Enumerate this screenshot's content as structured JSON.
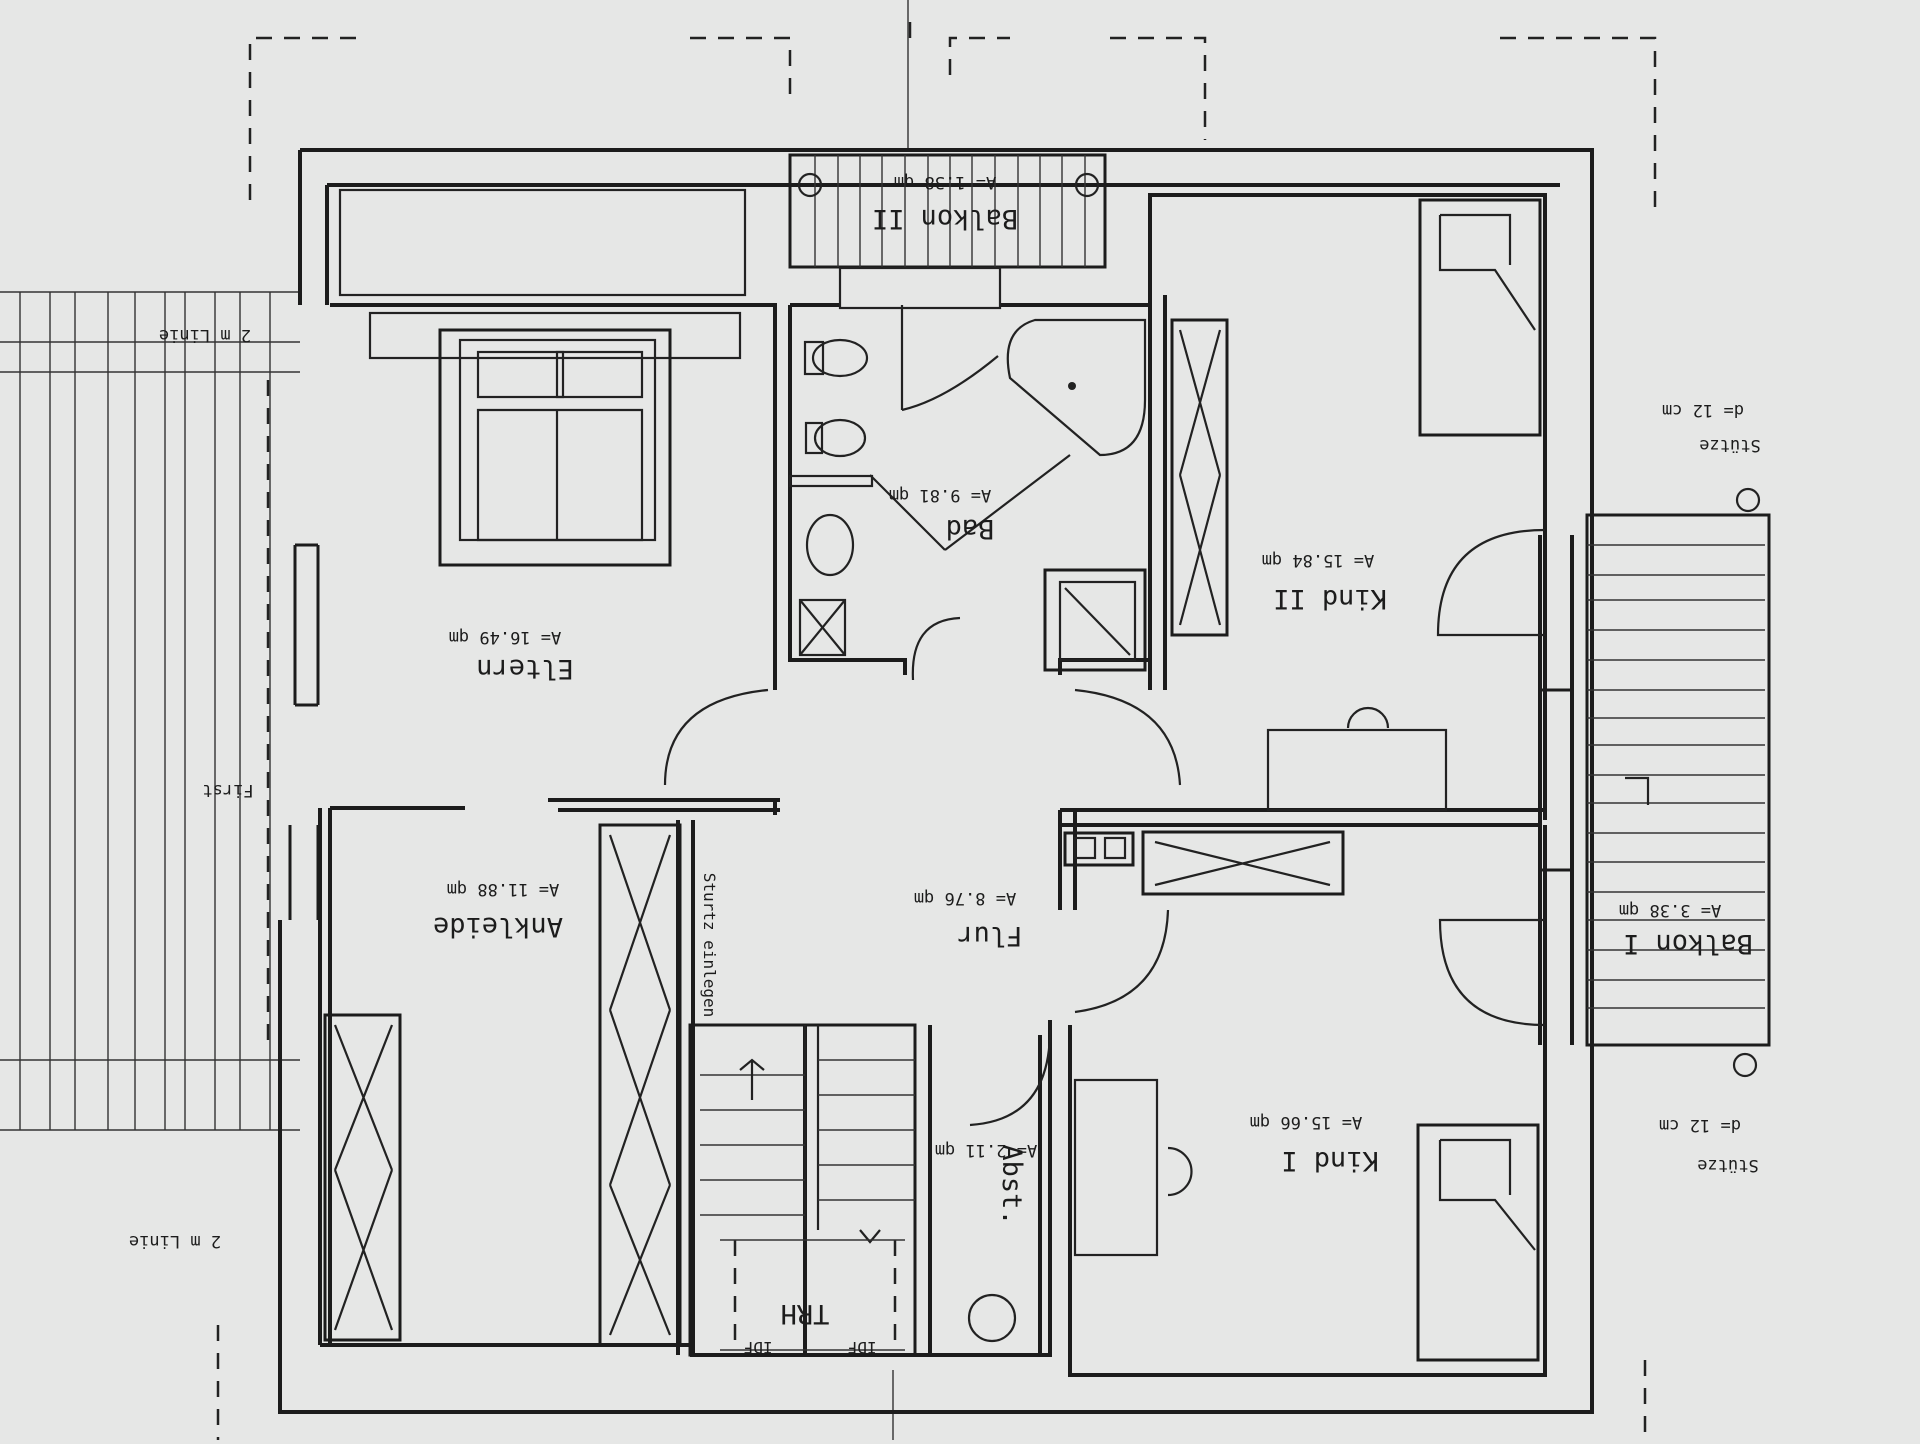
{
  "rooms": {
    "balkon2": {
      "name": "Balkon II",
      "area": "A= 1.38 qm"
    },
    "bad": {
      "name": "Bad",
      "area": "A= 9.81 qm"
    },
    "eltern": {
      "name": "Eltern",
      "area": "A= 16.49 qm"
    },
    "kind2": {
      "name": "Kind II",
      "area": "A= 15.84 qm"
    },
    "ankleide": {
      "name": "Ankleide",
      "area": "A= 11.88 qm"
    },
    "flur": {
      "name": "Flur",
      "area": "A= 8.76 qm"
    },
    "abst": {
      "name": "Abst.",
      "area": "A= 2.11 qm"
    },
    "kind1": {
      "name": "Kind I",
      "area": "A= 15.66 qm"
    },
    "balkon1": {
      "name": "Balkon I",
      "area": "A= 3.38 qm"
    }
  },
  "annotations": {
    "line_top": "2 m Linie",
    "line_bottom": "2 m Linie",
    "ridge": "First",
    "lintel": "Sturtz einlegen",
    "column_top": {
      "name": "Stütze",
      "size": "d= 12 cm"
    },
    "column_bottom": {
      "name": "Stütze",
      "size": "d= 12 cm"
    },
    "stair_code": "TRH",
    "stair_marks": [
      "IDF",
      "IDF"
    ]
  }
}
